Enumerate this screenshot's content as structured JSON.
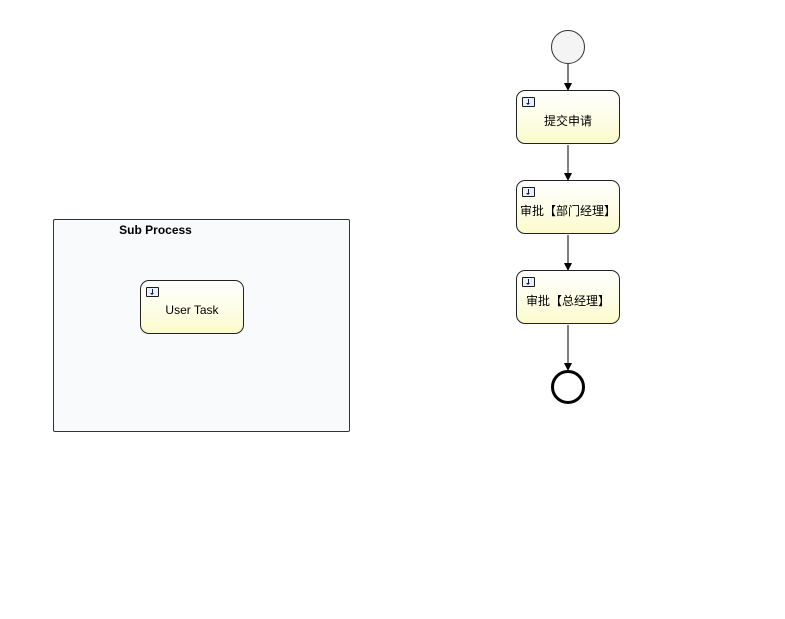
{
  "diagram": {
    "subprocess": {
      "title": "Sub Process",
      "task": {
        "label": "User Task",
        "icon": "user-task-icon"
      }
    },
    "flow": {
      "start_event": "start-event",
      "tasks": [
        {
          "label": "提交申请",
          "icon": "user-task-icon"
        },
        {
          "label": "审批【部门经理】",
          "icon": "user-task-icon"
        },
        {
          "label": "审批【总经理】",
          "icon": "user-task-icon"
        }
      ],
      "end_event": "end-event"
    },
    "colors": {
      "task_fill_top": "#ffffff",
      "task_fill_bottom": "#fbfbcc",
      "subprocess_fill": "#f9fafc",
      "stroke": "#000000"
    }
  }
}
